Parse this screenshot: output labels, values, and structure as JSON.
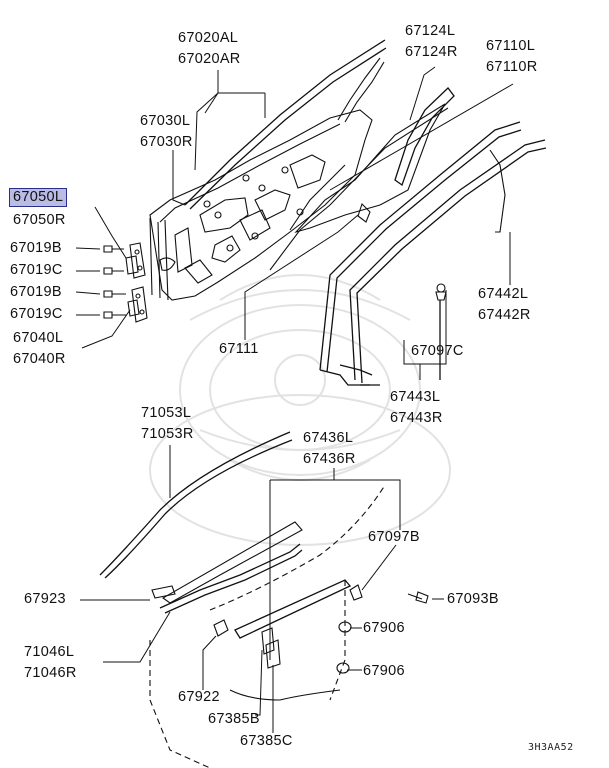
{
  "labels": {
    "p67020AL": "67020AL",
    "p67020AR": "67020AR",
    "p67124L": "67124L",
    "p67124R": "67124R",
    "p67110L": "67110L",
    "p67110R": "67110R",
    "p67030L": "67030L",
    "p67030R": "67030R",
    "p67050L": "67050L",
    "p67050R": "67050R",
    "p67019B_1": "67019B",
    "p67019C_1": "67019C",
    "p67019B_2": "67019B",
    "p67019C_2": "67019C",
    "p67040L": "67040L",
    "p67040R": "67040R",
    "p67111": "67111",
    "p67442L": "67442L",
    "p67442R": "67442R",
    "p67097C": "67097C",
    "p67443L": "67443L",
    "p67443R": "67443R",
    "p71053L": "71053L",
    "p71053R": "71053R",
    "p67436L": "67436L",
    "p67436R": "67436R",
    "p67097B": "67097B",
    "p67923": "67923",
    "p67093B": "67093B",
    "p67906_1": "67906",
    "p71046L": "71046L",
    "p71046R": "71046R",
    "p67906_2": "67906",
    "p67922": "67922",
    "p67385B": "67385B",
    "p67385C": "67385C"
  },
  "diagram_code": "3H3AA52",
  "highlight_color": "#b9bde6"
}
